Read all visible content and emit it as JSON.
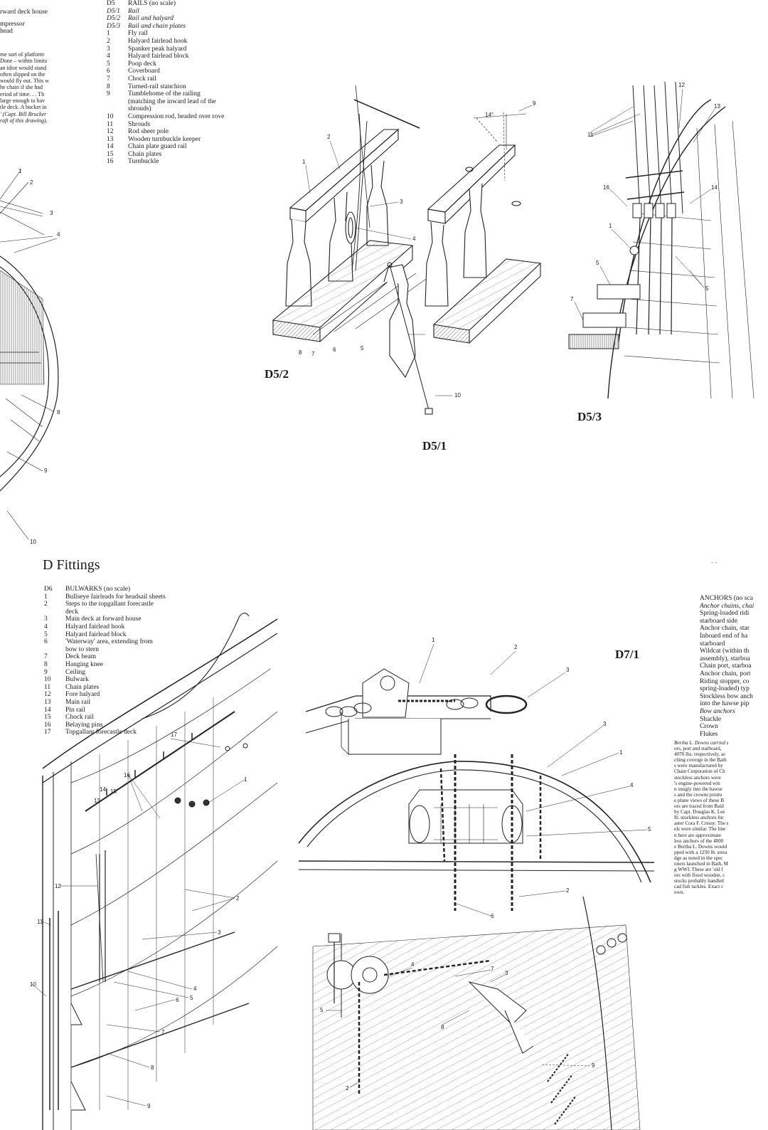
{
  "top_left_fragment": {
    "lines": [
      "rward deck house",
      "",
      "mpressor",
      " head"
    ],
    "note_lines": [
      "me sort of platform",
      "Done – within limits",
      "an idiot would stand",
      "often slipped on the",
      "would fly out. This w",
      "he chain if she had",
      "eriod of time. . . Th",
      "large enough to hav",
      "tle deck. A bucket in",
      "' (Capt. Bill Brucker",
      "raft of this drawing)."
    ],
    "callouts": [
      "1",
      "2",
      "3",
      "4",
      "8",
      "9",
      "10"
    ]
  },
  "d5_legend": {
    "rows": [
      {
        "num": "D5",
        "label": "RAILS (no scale)",
        "italic": false
      },
      {
        "num": "D5/1",
        "label": "Rail",
        "italic": true
      },
      {
        "num": "D5/2",
        "label": "Rail and halyard",
        "italic": true
      },
      {
        "num": "D5/3",
        "label": "Rail and chain plates",
        "italic": true
      },
      {
        "num": "1",
        "label": "Fly rail",
        "italic": false
      },
      {
        "num": "2",
        "label": "Halyard fairlead hook",
        "italic": false
      },
      {
        "num": "3",
        "label": "Spanker peak halyard",
        "italic": false
      },
      {
        "num": "4",
        "label": "Halyard fairlead block",
        "italic": false
      },
      {
        "num": "5",
        "label": "Poop deck",
        "italic": false
      },
      {
        "num": "6",
        "label": "Coverboard",
        "italic": false
      },
      {
        "num": "7",
        "label": "Chock rail",
        "italic": false
      },
      {
        "num": "8",
        "label": "Turned-rail stanchion",
        "italic": false
      },
      {
        "num": "9",
        "label": "Tumblehome of the railing",
        "italic": false
      },
      {
        "num": "",
        "label": "(matching the inward lead of the",
        "italic": false
      },
      {
        "num": "",
        "label": "shrouds)",
        "italic": false
      },
      {
        "num": "10",
        "label": "Compression rod, headed over rove",
        "italic": false
      },
      {
        "num": "11",
        "label": "Shrouds",
        "italic": false
      },
      {
        "num": "12",
        "label": "Rod sheer pole",
        "italic": false
      },
      {
        "num": "13",
        "label": "Wooden turnbuckle keeper",
        "italic": false
      },
      {
        "num": "14",
        "label": "Chain plate guard rail",
        "italic": false
      },
      {
        "num": "15",
        "label": "Chain plates",
        "italic": false
      },
      {
        "num": "16",
        "label": "Turnbuckle",
        "italic": false
      }
    ]
  },
  "figures": {
    "d5_2": {
      "label": "D5/2",
      "callouts": [
        "1",
        "2",
        "3",
        "4",
        "8",
        "7",
        "6",
        "5"
      ]
    },
    "d5_1": {
      "label": "D5/1",
      "callouts": [
        "9",
        "10"
      ],
      "angle": "14°"
    },
    "d5_3": {
      "label": "D5/3",
      "callouts": [
        "11",
        "12",
        "13",
        "14",
        "16",
        "1",
        "5",
        "7",
        "5"
      ]
    },
    "d7_1": {
      "label": "D7/1",
      "callouts": [
        "1",
        "2",
        "3",
        "3",
        "1",
        "4",
        "5",
        "2",
        "6",
        "4",
        "7",
        "3",
        "5",
        "8",
        "9",
        "2"
      ]
    },
    "d6": {
      "callouts": [
        "17",
        "1",
        "16",
        "14",
        "15",
        "13",
        "12",
        "2",
        "3",
        "11",
        "4",
        "5",
        "10",
        "6",
        "7",
        "8",
        "9"
      ]
    }
  },
  "section": {
    "title": "D  Fittings",
    "page_mark": "- -"
  },
  "d6_legend": {
    "rows": [
      {
        "num": "D6",
        "label": "BULWARKS (no scale)"
      },
      {
        "num": "1",
        "label": "Bullseye fairleads for headsail sheets"
      },
      {
        "num": "2",
        "label": "Steps to the topgallant forecastle"
      },
      {
        "num": "",
        "label": "deck"
      },
      {
        "num": "3",
        "label": "Main deck at forward house"
      },
      {
        "num": "4",
        "label": "Halyard fairlead hook"
      },
      {
        "num": "5",
        "label": "Halyard fairlead block"
      },
      {
        "num": "6",
        "label": "'Waterway' area, extending from"
      },
      {
        "num": "",
        "label": "bow to stern"
      },
      {
        "num": "7",
        "label": "Deck beam"
      },
      {
        "num": "8",
        "label": "Hanging knee"
      },
      {
        "num": "9",
        "label": "Ceiling"
      },
      {
        "num": "10",
        "label": "Bulwark"
      },
      {
        "num": "11",
        "label": "Chain plates"
      },
      {
        "num": "12",
        "label": "Fore halyard"
      },
      {
        "num": "13",
        "label": "Main rail"
      },
      {
        "num": "14",
        "label": "Pin rail"
      },
      {
        "num": "15",
        "label": "Chock rail"
      },
      {
        "num": "16",
        "label": "Belaying pins"
      },
      {
        "num": "17",
        "label": "Topgallant forecastle deck"
      }
    ]
  },
  "d7_fragment": {
    "lines": [
      "ANCHORS (no sca",
      "Anchor chains, chai",
      "Spring-loaded ridi",
      "starboard side",
      "Anchor chain, star",
      "Inboard end of ha",
      "starboard",
      "Wildcat (within th",
      "assembly), starboa",
      "Chain port, starboa",
      "Anchor chain, port",
      "Riding stopper, co",
      "spring-loaded) typ",
      "Stockless bow anch",
      "into the hawse pip",
      "Bow anchors",
      "Shackle",
      "Crown",
      "Flukes"
    ],
    "italic_lines": [
      1,
      15
    ],
    "note_lines": [
      "Bertha L. Downs carried s",
      "ors, port and starboard,",
      "4070 lbs. respectively, ac",
      "ching coverge in the Bath",
      "s were manufactured by",
      "Chain Corporation of Ch",
      "stockless anchors were",
      "'s engine-powered win",
      "n snugly into the hawse",
      "s and the crowns protru",
      "e plane views of these B",
      "ors are traced from Baid",
      "by Capt. Douglas K. Lee",
      "lb. stockless anchors fur",
      "aster Cora F. Cressy. The s",
      "els were similar. The line",
      "n here are approximate",
      "less anchors of the 4000",
      "e Bertha L. Downs would",
      "pped with a 1250 lb. strea",
      "dge as noted in the spec",
      "oners launched in Bath, M",
      "g WWI. These are 'old f",
      "ors with fixed wooden, c",
      "stocks probably handled",
      "cad fish tackles. Exact c",
      "own."
    ]
  }
}
